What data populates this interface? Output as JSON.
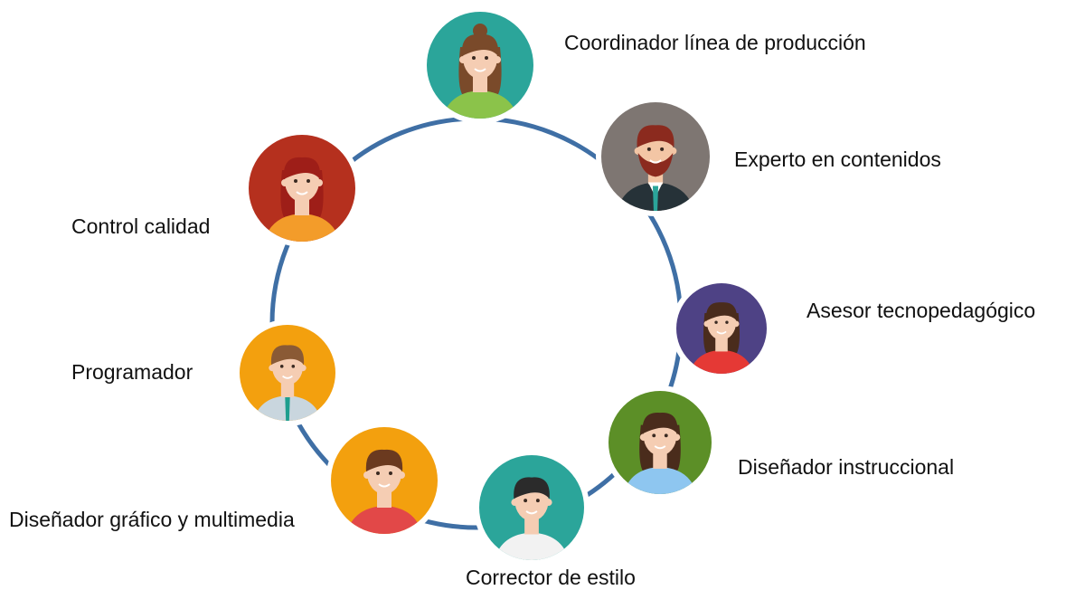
{
  "roles": [
    {
      "label": "Coordinador línea de producción",
      "avatar": "woman-bun-green-top-avatar",
      "bg": "#2BA59A",
      "skin": "#F5CDB3",
      "hair": "#7A4A2A",
      "shirt": "#8BC34A"
    },
    {
      "label": "Experto en contenidos",
      "avatar": "man-beard-suit-avatar",
      "bg": "#7E7672",
      "skin": "#F3C6A5",
      "hair": "#8B2A1E",
      "shirt": "#263238"
    },
    {
      "label": "Asesor tecnopedagógico",
      "avatar": "woman-red-dress-avatar",
      "bg": "#4E4285",
      "skin": "#F5CDB3",
      "hair": "#4A2C1C",
      "shirt": "#E53935"
    },
    {
      "label": "Diseñador instruccional",
      "avatar": "woman-blue-collar-avatar",
      "bg": "#5C8F27",
      "skin": "#F5CDB3",
      "hair": "#4A2C1C",
      "shirt": "#8EC6F0"
    },
    {
      "label": "Corrector de estilo",
      "avatar": "man-white-shirt-avatar",
      "bg": "#2BA59A",
      "skin": "#F5CDB3",
      "hair": "#2B2B2B",
      "shirt": "#F2F2F2"
    },
    {
      "label": "Diseñador gráfico y multimedia",
      "avatar": "man-red-sweater-avatar",
      "bg": "#F3A00E",
      "skin": "#F5CDB3",
      "hair": "#6B3A1F",
      "shirt": "#E24848"
    },
    {
      "label": "Programador",
      "avatar": "man-tie-avatar",
      "bg": "#F3A00E",
      "skin": "#F5CDB3",
      "hair": "#8A5A35",
      "shirt": "#C9D6DE"
    },
    {
      "label": "Control calidad",
      "avatar": "woman-orange-top-avatar",
      "bg": "#B5301E",
      "skin": "#F5CDB3",
      "hair": "#9E1E18",
      "shirt": "#F39C2A"
    }
  ],
  "colors": {
    "ring": "#3F6FA5",
    "text": "#111111"
  }
}
